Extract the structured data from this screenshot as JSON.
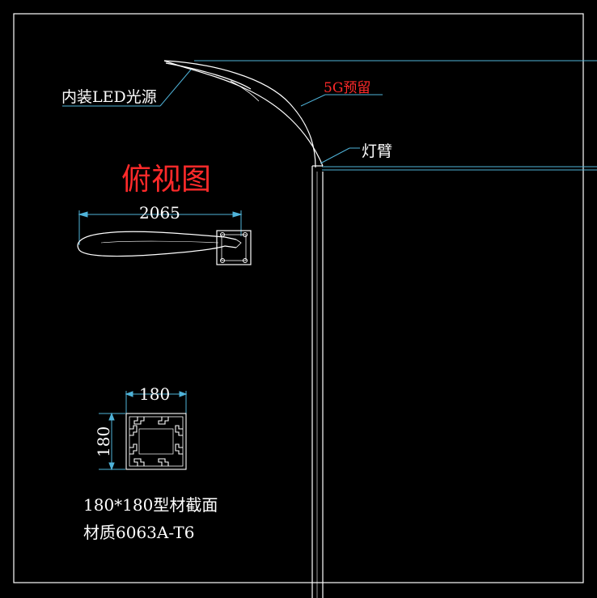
{
  "labels": {
    "led_source": "内装LED光源",
    "reserve_5g": "5G预留",
    "arm": "灯臂",
    "top_view_title": "俯视图",
    "dim_length": "2065",
    "dim_width": "180",
    "dim_height": "180",
    "section_name": "180*180型材截面",
    "material": "材质6063A-T6"
  },
  "colors": {
    "background": "#000000",
    "outline": "#ffffff",
    "dimension": "#4fb3d9",
    "highlight_red": "#ff2a2a"
  }
}
